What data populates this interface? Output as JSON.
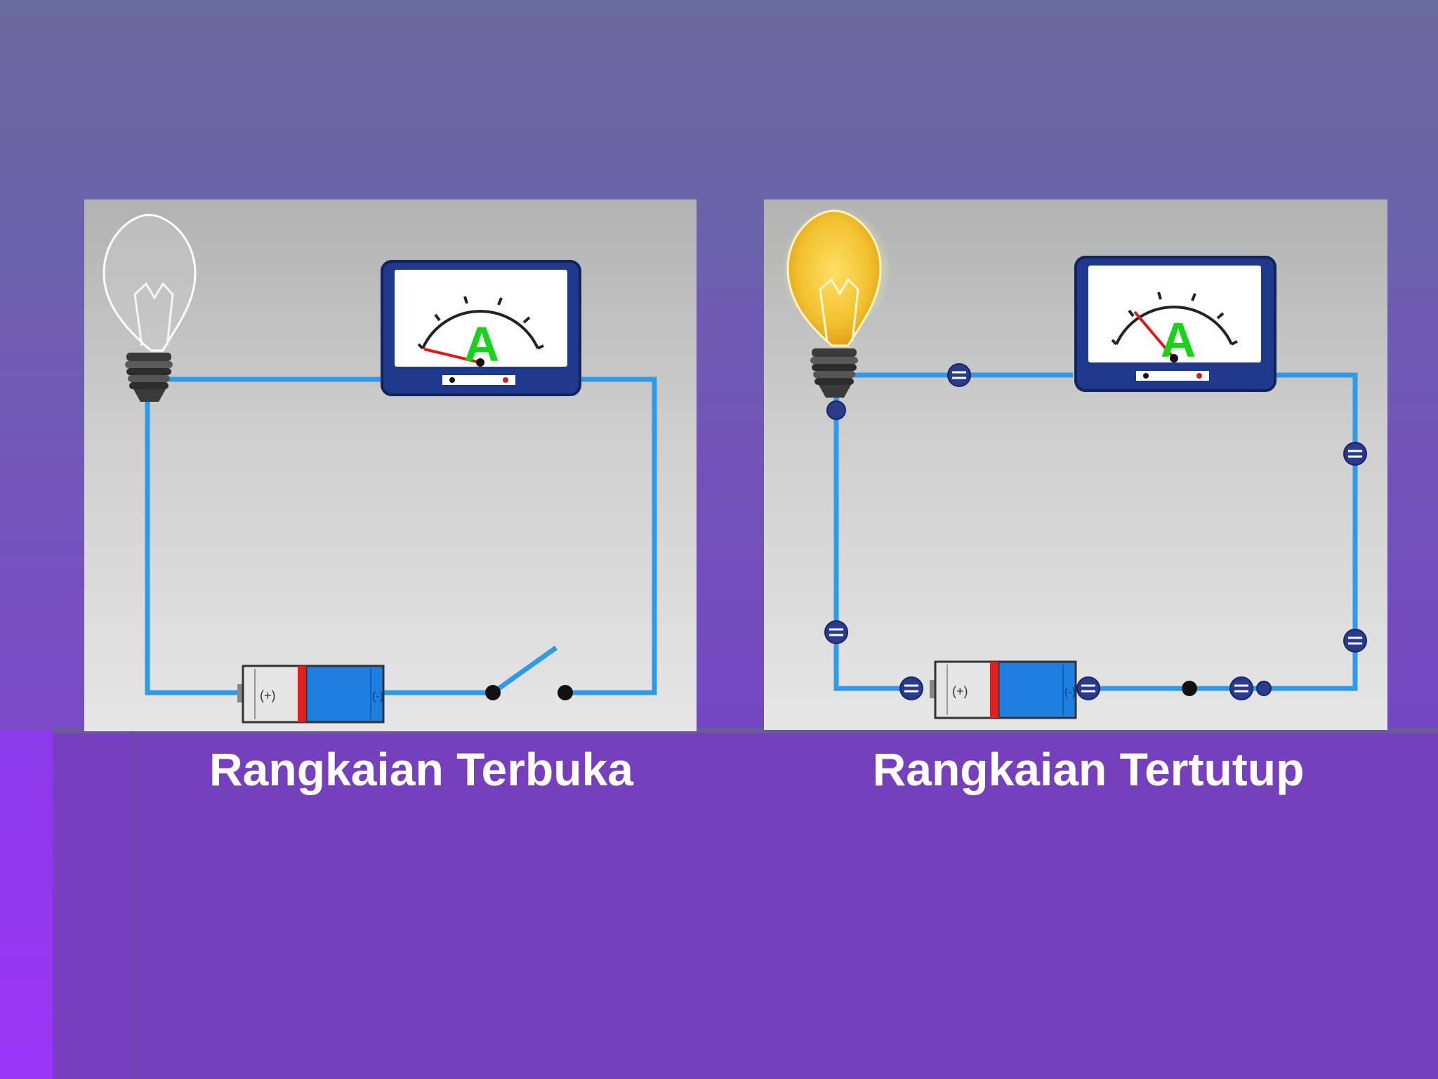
{
  "captions": {
    "open": "Rangkaian Terbuka",
    "closed": "Rangkaian Tertutup"
  },
  "ammeter": {
    "label": "A"
  },
  "battery": {
    "positive_mark": "(+)",
    "negative_mark": "(-)"
  },
  "icons": {
    "bulb_off": "light-bulb-off-icon",
    "bulb_on": "light-bulb-on-icon",
    "ammeter": "ammeter-icon",
    "battery": "battery-icon",
    "switch_open": "switch-open-icon",
    "electron": "electron-icon"
  },
  "colors": {
    "wire": "#2f9be6",
    "ammeter_frame": "#1f3a8c",
    "ammeter_letter": "#19d219",
    "needle": "#e01818",
    "bulb_glow": "#f2c12e",
    "battery_blue": "#1f7fe0",
    "battery_band": "#e02020"
  },
  "switch_state": {
    "open_circuit": "open",
    "closed_circuit": "closed"
  },
  "bulb_state": {
    "open_circuit": "off",
    "closed_circuit": "on"
  }
}
